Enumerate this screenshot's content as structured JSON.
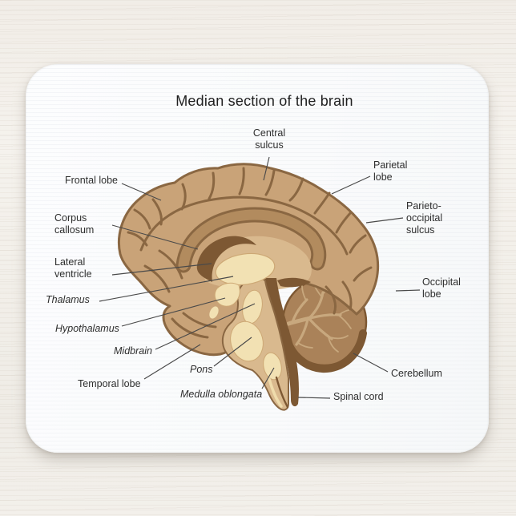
{
  "diagram": {
    "title": "Median section of the brain",
    "labels": [
      {
        "id": "central-sulcus",
        "lines": [
          "Central",
          "sulcus"
        ],
        "italic": false
      },
      {
        "id": "frontal-lobe",
        "lines": [
          "Frontal lobe"
        ],
        "italic": false
      },
      {
        "id": "parietal-lobe",
        "lines": [
          "Parietal",
          "lobe"
        ],
        "italic": false
      },
      {
        "id": "corpus-callosum",
        "lines": [
          "Corpus",
          "callosum"
        ],
        "italic": false
      },
      {
        "id": "parieto-occipital-sulcus",
        "lines": [
          "Parieto-",
          "occipital",
          "sulcus"
        ],
        "italic": false
      },
      {
        "id": "lateral-ventricle",
        "lines": [
          "Lateral",
          "ventricle"
        ],
        "italic": false
      },
      {
        "id": "occipital-lobe",
        "lines": [
          "Occipital",
          "lobe"
        ],
        "italic": false
      },
      {
        "id": "thalamus",
        "lines": [
          "Thalamus"
        ],
        "italic": true
      },
      {
        "id": "hypothalamus",
        "lines": [
          "Hypothalamus"
        ],
        "italic": true
      },
      {
        "id": "midbrain",
        "lines": [
          "Midbrain"
        ],
        "italic": true
      },
      {
        "id": "pons",
        "lines": [
          "Pons"
        ],
        "italic": true
      },
      {
        "id": "temporal-lobe",
        "lines": [
          "Temporal lobe"
        ],
        "italic": false
      },
      {
        "id": "medulla-oblongata",
        "lines": [
          "Medulla oblongata"
        ],
        "italic": true
      },
      {
        "id": "cerebellum",
        "lines": [
          "Cerebellum"
        ],
        "italic": false
      },
      {
        "id": "spinal-cord",
        "lines": [
          "Spinal cord"
        ],
        "italic": false
      }
    ]
  },
  "colors": {
    "background_surface": "#f2efe9",
    "mousepad_face": "#fafbfc",
    "brain_tan": "#c9a378",
    "brain_outline": "#8a6742",
    "corpus_band": "#b28b5e",
    "inner_light": "#d9b98e",
    "dark_brown": "#7d5833",
    "cream": "#f2e1b3",
    "cream_edge": "#cda875",
    "cerebellum_fill": "#aa8259",
    "arbor_vitae": "#c8a87e",
    "cord_highlight": "#efdcac",
    "label_text": "#2e2e2e",
    "leader_line": "#4a4a4a"
  }
}
